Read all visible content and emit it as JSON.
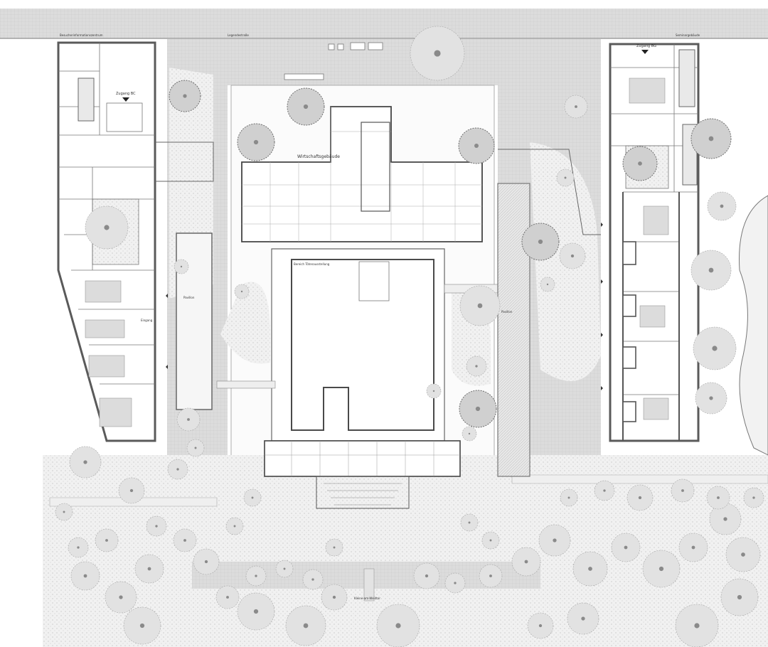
{
  "plan": {
    "labels": {
      "street_top": "Legendestraße",
      "building_left": "Besucherinformationszentrum",
      "building_right": "Seminargebäude",
      "entrance_bc": "Zugang BC",
      "entrance_bg": "Zugang BG",
      "main_building": "Wirtschaftsgebäude",
      "exhibition_hall": "Bereich Tötenausstellung",
      "pavilion_left": "Pavillon",
      "pavilion_right": "Pavillon",
      "entrance_left": "Eingang",
      "bottom_label": "Kleine-am-Weidtor"
    },
    "colors": {
      "line": "#555555",
      "wall": "#6b6b6b",
      "paving": "#d2d2d2",
      "paving_light": "#e6e6e6",
      "tree": "#b8b8b8",
      "tree_dark": "#8d8d8d",
      "ground": "#f4f4f4"
    }
  }
}
